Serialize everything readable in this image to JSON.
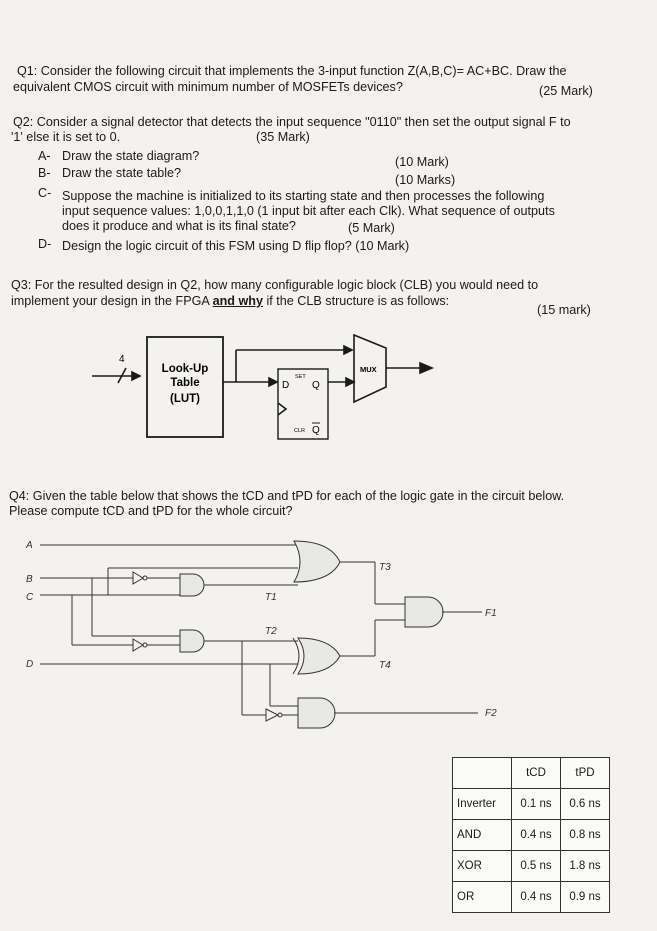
{
  "q1": {
    "line1": "Q1: Consider the following circuit that implements the 3-input function Z(A,B,C)= AC+BC. Draw the",
    "line2": "equivalent CMOS circuit with minimum number of MOSFETs devices?",
    "mark": "(25 Mark)"
  },
  "q2": {
    "line1": "Q2: Consider a signal detector that detects the input sequence \"0110\" then set the output signal F to",
    "line2": "'1' else it is set to 0.",
    "mark": "(35 Mark)",
    "a_label": "A-",
    "a_text": "Draw the state diagram?",
    "a_mark": "(10 Mark)",
    "b_label": "B-",
    "b_text": "Draw the state table?",
    "b_mark": "(10 Marks)",
    "c_label": "C-",
    "c_line1": "Suppose the machine is initialized to its starting state and then processes the following",
    "c_line2": "input sequence values: 1,0,0,1,1,0 (1 input bit after each Clk). What sequence of outputs",
    "c_line3": "does it produce and what is its final state?",
    "c_mark": "(5 Mark)",
    "d_label": "D-",
    "d_text": "Design the logic circuit of this FSM using D flip flop? (10 Mark)"
  },
  "q3": {
    "line1": "Q3: For the resulted design in Q2, how many configurable logic block (CLB) you would need to",
    "line2_a": "implement your design in the FPGA ",
    "line2_b": "and why",
    "line2_c": " if the CLB structure is as follows:",
    "mark": "(15 mark)",
    "diagram": {
      "input_width": "4",
      "lut_l1": "Look-Up",
      "lut_l2": "Table",
      "lut_l3": "(LUT)",
      "ff_d": "D",
      "ff_set": "SET",
      "ff_q": "Q",
      "ff_clr": "CLR",
      "ff_qbar": "Q",
      "mux": "MUX"
    }
  },
  "q4": {
    "line1": "Q4: Given the table below that shows the tCD and tPD for each of the logic gate in the circuit below.",
    "line2": "Please compute tCD and tPD for the whole circuit?",
    "inputs": [
      "A",
      "B",
      "C",
      "D"
    ],
    "nodes": [
      "T1",
      "T2",
      "T3",
      "T4"
    ],
    "outputs": [
      "F1",
      "F2"
    ],
    "table": {
      "header": [
        "",
        "tCD",
        "tPD"
      ],
      "rows": [
        [
          "Inverter",
          "0.1 ns",
          "0.6 ns"
        ],
        [
          "AND",
          "0.4 ns",
          "0.8 ns"
        ],
        [
          "XOR",
          "0.5 ns",
          "1.8 ns"
        ],
        [
          "OR",
          "0.4 ns",
          "0.9 ns"
        ]
      ]
    }
  }
}
